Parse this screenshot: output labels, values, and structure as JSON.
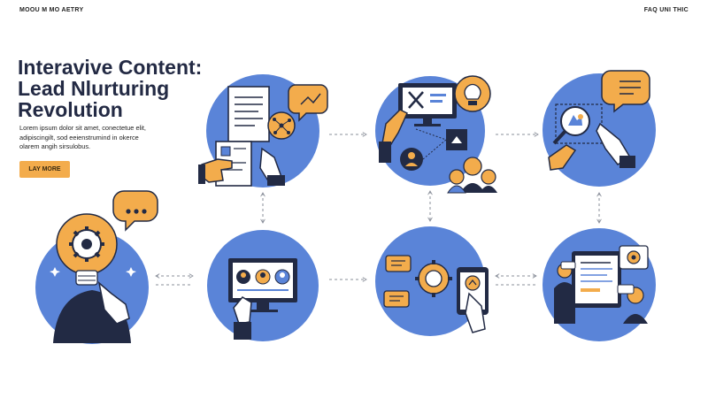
{
  "nav": {
    "left_label": "MOOU M MO AETRY",
    "right_label": "FAQ UNI THIC"
  },
  "hero": {
    "title_lines": [
      "Interavive Content:",
      "Lead  Nlurturing",
      "Revolution"
    ],
    "body_lines": [
      "Lorem ipsum dolor sit amet, conectetue elit,",
      "adipiscingilt, sod eeienstrumind in okerce",
      "olarem angih sirsulobus."
    ],
    "cta_label": "LAY MORE"
  },
  "colors": {
    "accent_blue": "#5a84d8",
    "accent_orange": "#f3ac4c",
    "ink": "#222a44",
    "dashed_arrow": "#8a8f9a"
  },
  "illustrations": [
    {
      "name": "documents-and-network",
      "icons": [
        "document-icon",
        "hand-pointing-icon",
        "network-icon",
        "chat-bubble-icon"
      ]
    },
    {
      "name": "monitor-lightbulb",
      "icons": [
        "monitor-icon",
        "lightbulb-icon",
        "user-avatar-icon",
        "people-icon"
      ]
    },
    {
      "name": "magnifier-chat",
      "icons": [
        "chat-bubble-icon",
        "magnifier-icon",
        "hand-pointing-icon"
      ]
    },
    {
      "name": "lightbulb-gear-head",
      "icons": [
        "lightbulb-icon",
        "gear-icon",
        "chat-bubble-icon",
        "hand-pointing-icon"
      ]
    },
    {
      "name": "monitor-profiles",
      "icons": [
        "monitor-icon",
        "user-avatar-icon",
        "hand-pointing-icon"
      ]
    },
    {
      "name": "gears-phone",
      "icons": [
        "gear-icon",
        "chat-bubble-icon",
        "phone-icon",
        "hand-pointing-icon"
      ]
    },
    {
      "name": "tablet-people",
      "icons": [
        "tablet-icon",
        "gear-icon",
        "people-icon"
      ]
    }
  ]
}
